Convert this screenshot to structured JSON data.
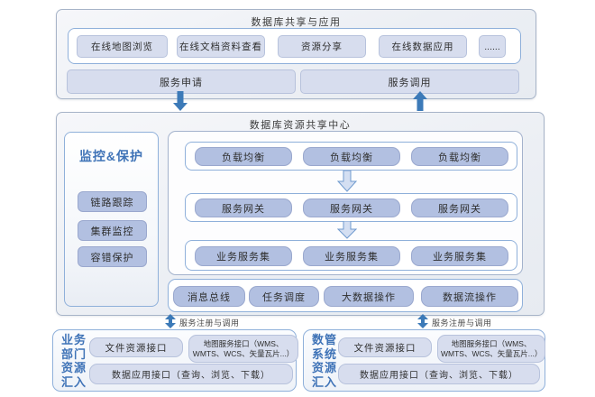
{
  "top": {
    "title": "数据库共享与应用",
    "apps": [
      "在线地图浏览",
      "在线文档资料查看",
      "资源分享",
      "在线数据应用",
      "......"
    ],
    "request_label": "服务申请",
    "invoke_label": "服务调用"
  },
  "center": {
    "title": "数据库资源共享中心",
    "monitor": {
      "title": "监控&保护",
      "items": [
        "链路跟踪",
        "集群监控",
        "容错保护"
      ]
    },
    "tier1": [
      "负载均衡",
      "负载均衡",
      "负载均衡"
    ],
    "tier2": [
      "服务网关",
      "服务网关",
      "服务网关"
    ],
    "tier3": [
      "业务服务集",
      "业务服务集",
      "业务服务集"
    ],
    "bus": [
      "消息总线",
      "任务调度",
      "大数据操作",
      "数据流操作"
    ]
  },
  "link_label_left": "服务注册与调用",
  "link_label_right": "服务注册与调用",
  "sources": {
    "left": {
      "title": "业务\n部门\n资源\n汇入",
      "file_api": "文件资源接口",
      "map_api": "地图服务接口（WMS、WMTS、WCS、矢量瓦片...）",
      "data_api": "数据应用接口（查询、浏览、下载）"
    },
    "right": {
      "title": "数管\n系统\n资源\n汇入",
      "file_api": "文件资源接口",
      "map_api": "地图服务接口（WMS、WMTS、WCS、矢量瓦片...）",
      "data_api": "数据应用接口（查询、浏览、下载）"
    }
  },
  "colors": {
    "arrow": "#3c7ab8",
    "accent": "#3f73b7",
    "pill-medium": "#b2c0e1",
    "pill-light": "#d7ddee",
    "hollow-arrow-fill": "#d4dff2",
    "hollow-arrow-stroke": "#6f9ace"
  }
}
